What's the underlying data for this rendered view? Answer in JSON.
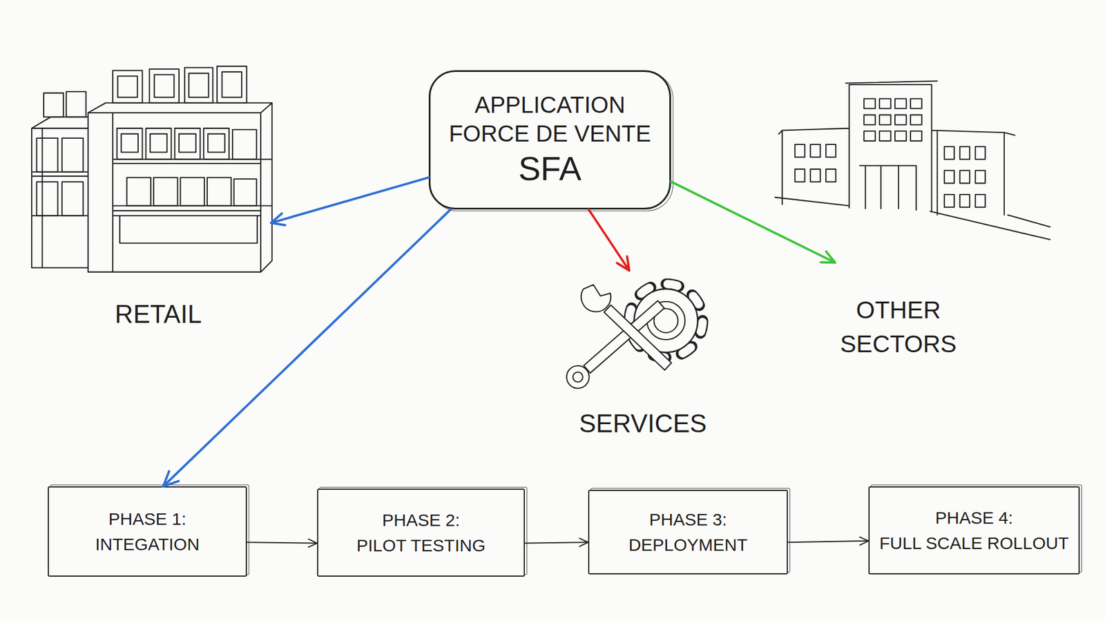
{
  "diagram": {
    "nodes": [
      {
        "text": [
          "APPLICATION FORCE DE VENTE",
          "SFA"
        ]
      },
      {
        "text": [
          "RETAIL"
        ]
      },
      {
        "text": [
          "SERVICES"
        ]
      },
      {
        "text": [
          "OTHER SECTORS"
        ]
      },
      {
        "text": [
          "PHASE 1:",
          "INTEGATION"
        ]
      },
      {
        "text": [
          "PHASE 2:",
          "PILOT TESTING"
        ]
      },
      {
        "text": [
          "PHASE 3:",
          "DEPLOYMENT"
        ]
      },
      {
        "text": [
          "PHASE 4:",
          "FULL SCALE ROLLOUT"
        ]
      }
    ],
    "edges": [
      {
        "from": 0,
        "to": 1,
        "arrow": "to"
      },
      {
        "from": 0,
        "to": 2,
        "arrow": "to"
      },
      {
        "from": 0,
        "to": 3,
        "arrow": "to"
      },
      {
        "from": 0,
        "to": 4,
        "arrow": "to"
      },
      {
        "from": 4,
        "to": 5,
        "arrow": "to"
      },
      {
        "from": 5,
        "to": 6,
        "arrow": "to"
      },
      {
        "from": 6,
        "to": 7,
        "arrow": "to"
      }
    ]
  }
}
